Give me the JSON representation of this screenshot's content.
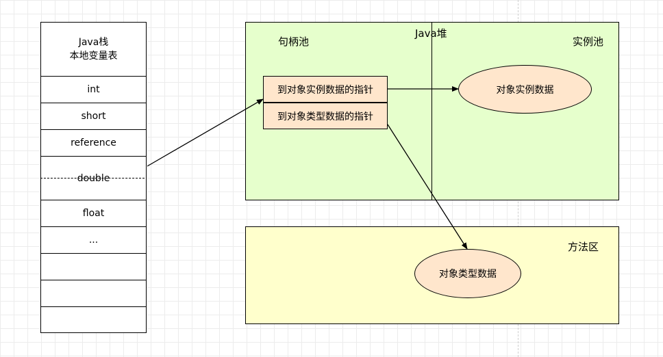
{
  "stack": {
    "title_line1": "Java栈",
    "title_line2": "本地变量表",
    "slots": [
      "int",
      "short",
      "reference",
      "double",
      "float",
      "...",
      "",
      "",
      ""
    ]
  },
  "heap": {
    "title": "Java堆",
    "handle_pool": {
      "label": "句柄池",
      "instance_pointer": "到对象实例数据的指针",
      "type_pointer": "到对象类型数据的指针"
    },
    "instance_pool": {
      "label": "实例池",
      "instance_data": "对象实例数据"
    }
  },
  "method_area": {
    "label": "方法区",
    "type_data": "对象类型数据"
  },
  "colors": {
    "heap_fill": "#e6ffcc",
    "method_area_fill": "#ffffcc",
    "node_fill": "#ffe6cc",
    "stroke": "#000000"
  }
}
